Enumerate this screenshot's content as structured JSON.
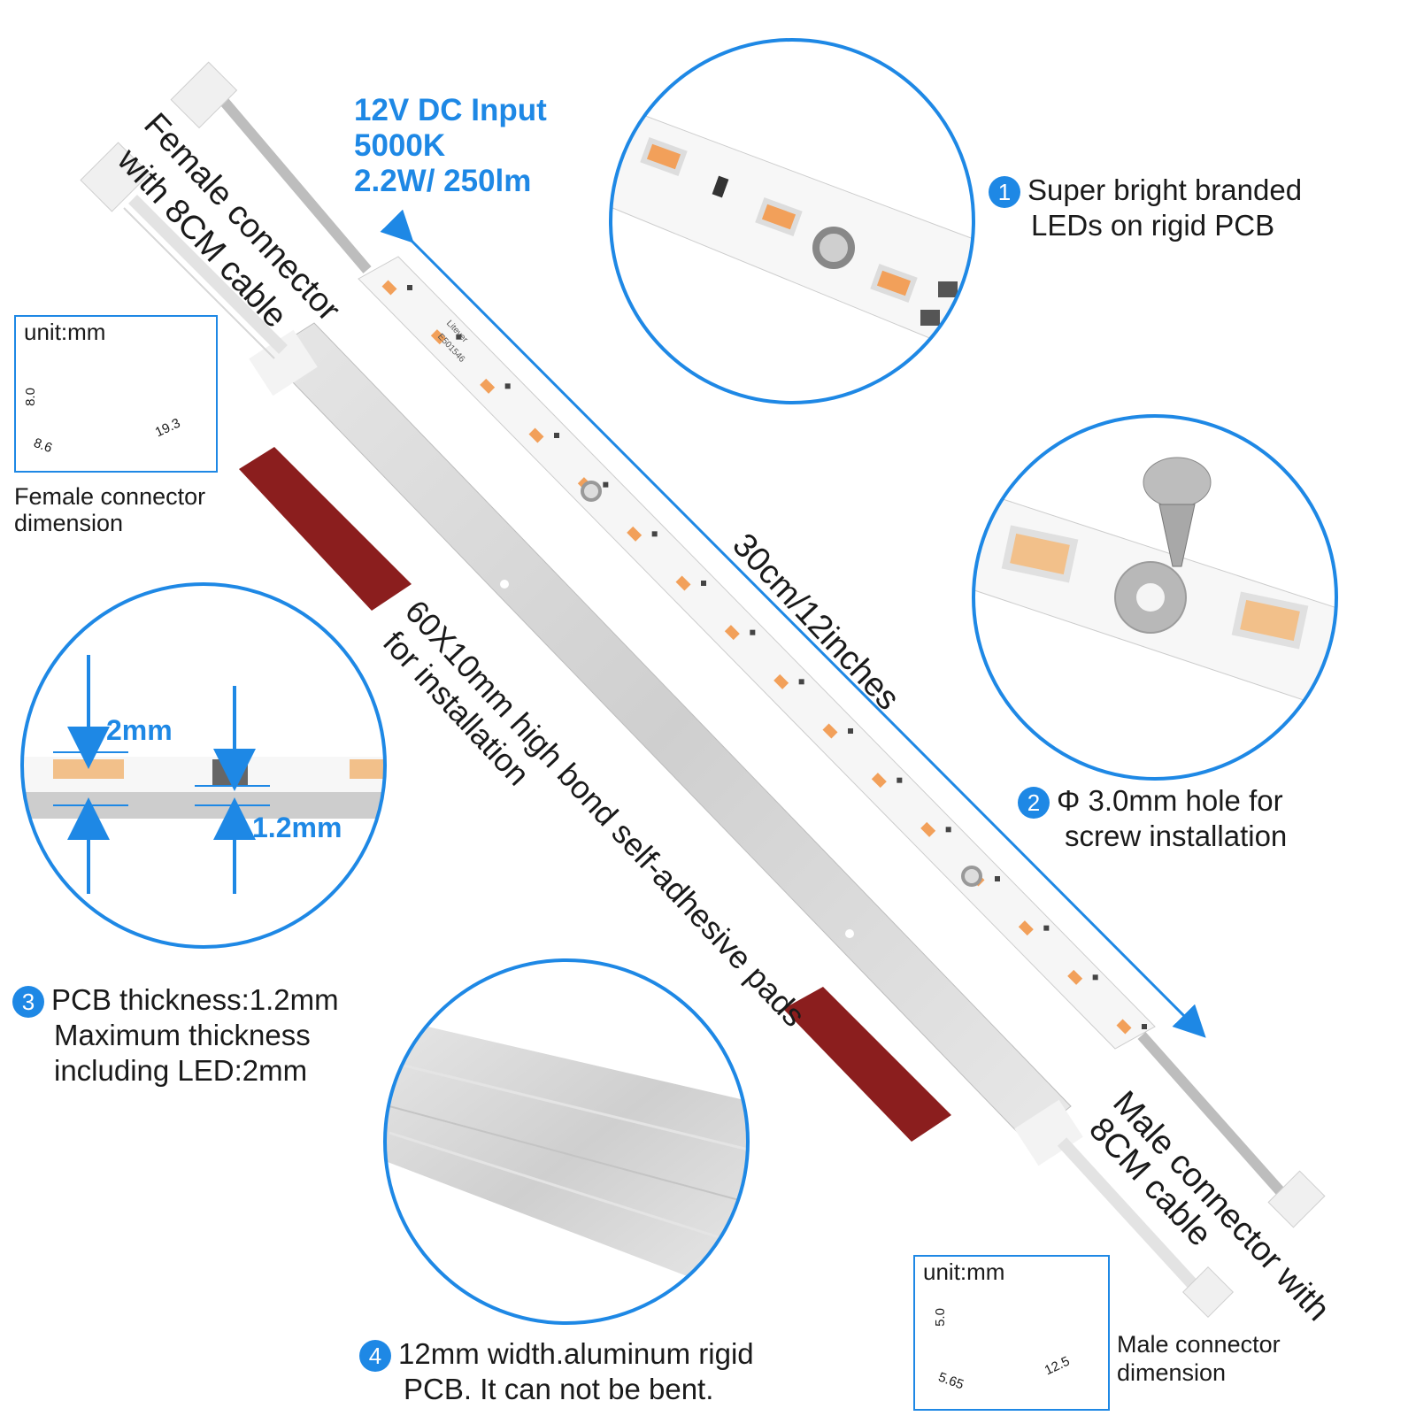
{
  "specs": {
    "line1": "12V DC Input",
    "line2": "5000K",
    "line3": "2.2W/ 250lm"
  },
  "feature1": {
    "number": "1",
    "line1": "Super bright branded",
    "line2": "LEDs on rigid PCB"
  },
  "feature2": {
    "number": "2",
    "line1": "Φ 3.0mm hole for",
    "line2": "screw installation"
  },
  "feature3": {
    "number": "3",
    "line1": "PCB thickness:1.2mm",
    "line2": "Maximum thickness",
    "line3": "including LED:2mm"
  },
  "feature4": {
    "number": "4",
    "line1": "12mm width.aluminum rigid",
    "line2": "PCB. It can not be bent."
  },
  "female_label": {
    "line1": "Female connector",
    "line2": "with 8CM cable"
  },
  "male_label": {
    "line1": "Male connector with",
    "line2": "8CM cable"
  },
  "length_label": "30cm/12inches",
  "pad_label": {
    "line1": "60X10mm high bond self-adhesive pads",
    "line2": "for installation"
  },
  "female_dim": {
    "unit": "unit:mm",
    "dim_height": "8.0",
    "dim_width": "8.6",
    "dim_length": "19.3",
    "caption1": "Female connector",
    "caption2": "dimension"
  },
  "male_dim": {
    "unit": "unit:mm",
    "dim_height": "5.0",
    "dim_width": "5.65",
    "dim_length": "12.5",
    "caption1": "Male connector",
    "caption2": "dimension"
  },
  "thickness": {
    "top": "2mm",
    "bottom": "1.2mm"
  },
  "pcb_print": {
    "brand": "Litever",
    "code": "E501546"
  },
  "colors": {
    "accent": "#1e88e5",
    "pad": "#8b1e1e",
    "pcb": "#f4f4f4",
    "led": "#f2a05a"
  }
}
